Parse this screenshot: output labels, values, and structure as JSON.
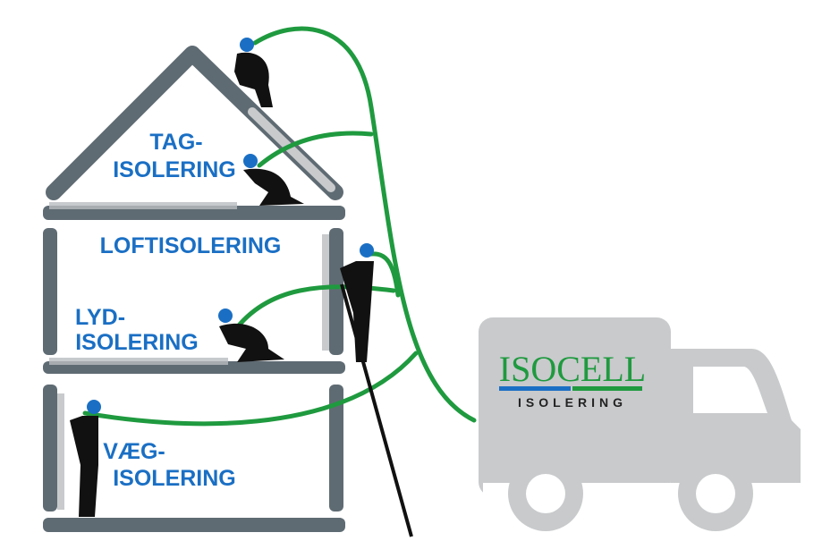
{
  "labels": {
    "roof_line1": "TAG-",
    "roof_line2": "ISOLERING",
    "attic": "LOFTISOLERING",
    "sound_line1": "LYD-",
    "sound_line2": "ISOLERING",
    "wall_line1": "VÆG-",
    "wall_line2": "ISOLERING"
  },
  "truck": {
    "logo": "ISOCELL",
    "logo_sub": "ISOLERING"
  },
  "colors": {
    "label_blue": "#1a6fc4",
    "hose_green": "#1f9a3f",
    "structure_gray": "#5f6b73",
    "light_gray": "#c8cacc"
  }
}
